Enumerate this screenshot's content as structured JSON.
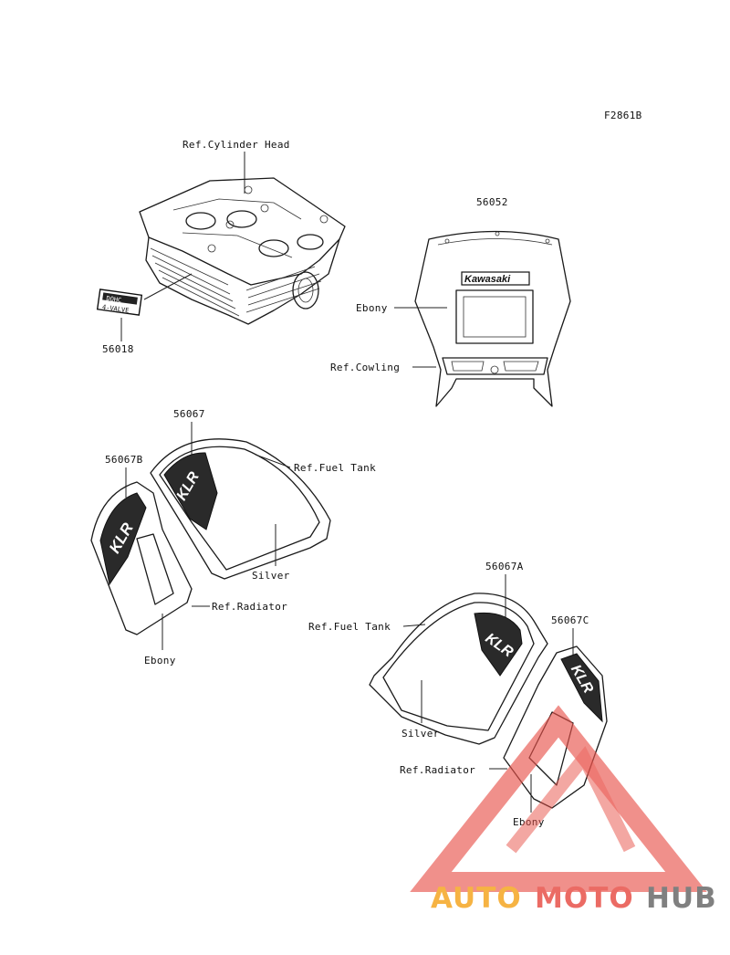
{
  "figure_code": "F2861B",
  "labels": {
    "ref_cylinder_head": "Ref.Cylinder Head",
    "part_56018": "56018",
    "part_56052": "56052",
    "ebony_cowl": "Ebony",
    "ref_cowling": "Ref.Cowling",
    "part_56067": "56067",
    "part_56067b": "56067B",
    "ref_fuel_tank_left": "Ref.Fuel Tank",
    "silver_left": "Silver",
    "ref_radiator_left": "Ref.Radiator",
    "ebony_left": "Ebony",
    "part_56067a": "56067A",
    "ref_fuel_tank_right": "Ref.Fuel Tank",
    "part_56067c": "56067C",
    "silver_right": "Silver",
    "ref_radiator_right": "Ref.Radiator",
    "ebony_right": "Ebony"
  },
  "decal_text": {
    "dohc": "DOHC",
    "four_valve": "4-VALVE",
    "brand": "Kawasaki",
    "model_left": "KLR",
    "model_right": "KLR"
  },
  "watermark": {
    "auto": "AUTO",
    "moto": "MOTO",
    "hub": "HUB",
    "colors": {
      "orange": "#f5a623",
      "red": "#e8524a",
      "gray": "#6b6b6b"
    }
  }
}
